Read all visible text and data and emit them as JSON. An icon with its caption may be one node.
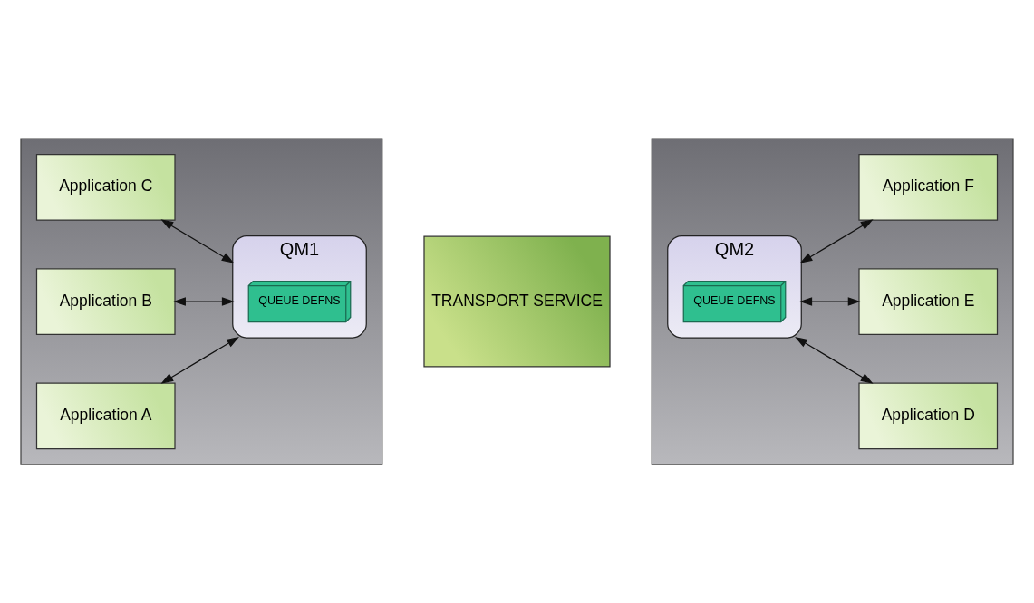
{
  "diagram": {
    "nodes": [
      {
        "text": [],
        "shape": "box"
      },
      {
        "text": [
          "QM1"
        ],
        "in": 0
      },
      {
        "text": [
          "QUEUE DEFNS"
        ],
        "in": 1
      },
      {
        "text": [
          "Application A"
        ],
        "in": 0
      },
      {
        "text": [
          "Application B"
        ],
        "in": 0
      },
      {
        "text": [
          "Application C"
        ],
        "in": 0
      },
      {
        "text": [
          "TRANSPORT SERVICE"
        ]
      },
      {
        "text": [],
        "shape": "box"
      },
      {
        "text": [
          "QM2"
        ],
        "in": 7
      },
      {
        "text": [
          "QUEUE DEFNS"
        ],
        "in": 8
      },
      {
        "text": [
          "Application D"
        ],
        "in": 7
      },
      {
        "text": [
          "Application E"
        ],
        "in": 7
      },
      {
        "text": [
          "Application F"
        ],
        "in": 7
      }
    ],
    "edges": [
      {
        "from": 3,
        "to": 1,
        "arrow": "both"
      },
      {
        "from": 4,
        "to": 1,
        "arrow": "both"
      },
      {
        "from": 5,
        "to": 1,
        "arrow": "both"
      },
      {
        "from": 8,
        "to": 10,
        "arrow": "both"
      },
      {
        "from": 8,
        "to": 11,
        "arrow": "both"
      },
      {
        "from": 8,
        "to": 12,
        "arrow": "both"
      }
    ]
  }
}
